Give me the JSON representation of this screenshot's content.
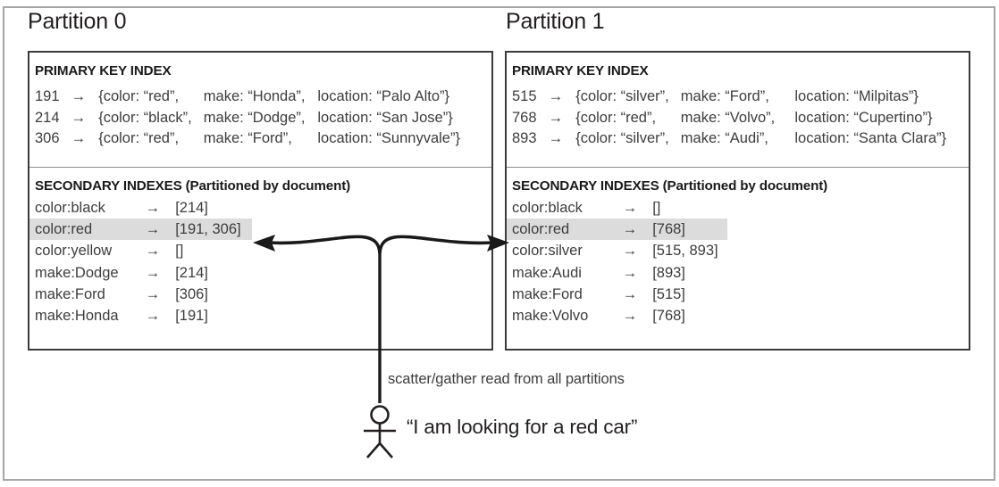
{
  "figure": {
    "caption_scatter": "scatter/gather read from all partitions",
    "user_quote": "“I am looking for a red car”",
    "colors": {
      "frame": "#a6a6a6",
      "box_border": "#3b3b3b",
      "divider": "#8c8c8c",
      "highlight": "#dcdcdc",
      "text": "#3d3d3d",
      "heading": "#1a1a1a",
      "arrow": "#1a1a1a"
    }
  },
  "partitions": [
    {
      "title": "Partition 0",
      "primary": {
        "heading": "PRIMARY KEY INDEX",
        "rows": [
          {
            "key": "191",
            "arrow": "→",
            "color": "{color: “red”,",
            "make": "make: “Honda”,",
            "location": "location: “Palo Alto”}"
          },
          {
            "key": "214",
            "arrow": "→",
            "color": "{color: “black”,",
            "make": "make: “Dodge”,",
            "location": "location: “San Jose”}"
          },
          {
            "key": "306",
            "arrow": "→",
            "color": "{color: “red”,",
            "make": "make: “Ford”,",
            "location": "location: “Sunnyvale”}"
          }
        ]
      },
      "secondary": {
        "heading": "SECONDARY INDEXES (Partitioned by document)",
        "rows": [
          {
            "term": "color:black",
            "arrow": "→",
            "ids": "[214]",
            "highlighted": false
          },
          {
            "term": "color:red",
            "arrow": "→",
            "ids": "[191, 306]",
            "highlighted": true
          },
          {
            "term": "color:yellow",
            "arrow": "→",
            "ids": "[]",
            "highlighted": false
          },
          {
            "term": "make:Dodge",
            "arrow": "→",
            "ids": "[214]",
            "highlighted": false
          },
          {
            "term": "make:Ford",
            "arrow": "→",
            "ids": "[306]",
            "highlighted": false
          },
          {
            "term": "make:Honda",
            "arrow": "→",
            "ids": "[191]",
            "highlighted": false
          }
        ]
      }
    },
    {
      "title": "Partition 1",
      "primary": {
        "heading": "PRIMARY KEY INDEX",
        "rows": [
          {
            "key": "515",
            "arrow": "→",
            "color": "{color: “silver”,",
            "make": "make: “Ford”,",
            "location": "location: “Milpitas”}"
          },
          {
            "key": "768",
            "arrow": "→",
            "color": "{color: “red”,",
            "make": "make: “Volvo”,",
            "location": "location: “Cupertino”}"
          },
          {
            "key": "893",
            "arrow": "→",
            "color": "{color: “silver”,",
            "make": "make: “Audi”,",
            "location": "location: “Santa Clara”}"
          }
        ]
      },
      "secondary": {
        "heading": "SECONDARY INDEXES (Partitioned by document)",
        "rows": [
          {
            "term": "color:black",
            "arrow": "→",
            "ids": "[]",
            "highlighted": false
          },
          {
            "term": "color:red",
            "arrow": "→",
            "ids": "[768]",
            "highlighted": true
          },
          {
            "term": "color:silver",
            "arrow": "→",
            "ids": "[515, 893]",
            "highlighted": false
          },
          {
            "term": "make:Audi",
            "arrow": "→",
            "ids": "[893]",
            "highlighted": false
          },
          {
            "term": "make:Ford",
            "arrow": "→",
            "ids": "[515]",
            "highlighted": false
          },
          {
            "term": "make:Volvo",
            "arrow": "→",
            "ids": "[768]",
            "highlighted": false
          }
        ]
      }
    }
  ]
}
